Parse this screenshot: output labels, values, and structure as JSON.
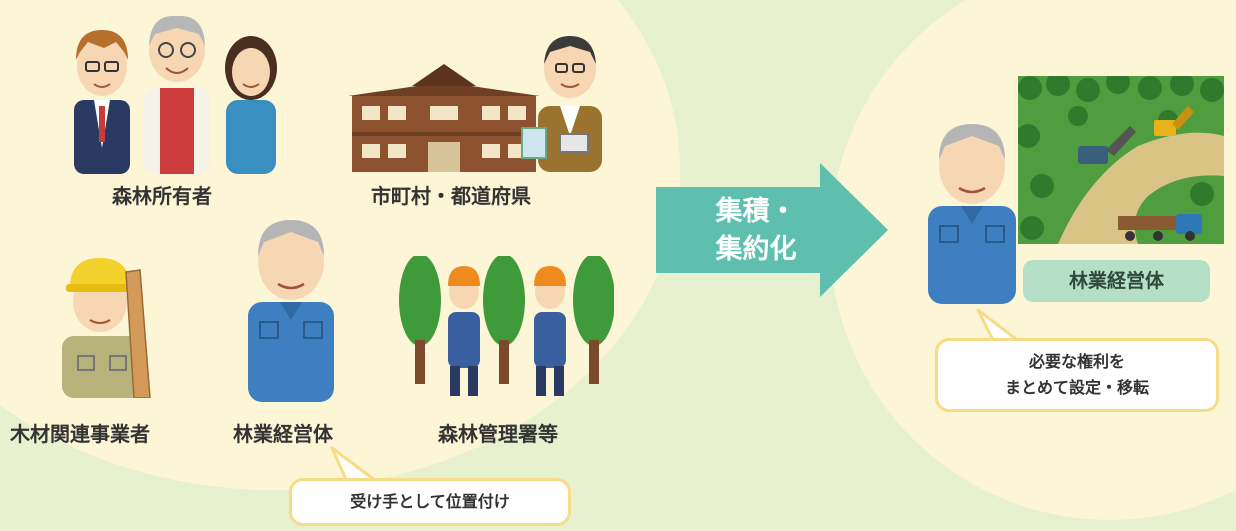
{
  "left_group": {
    "labels": {
      "forest_owner": "森林所有者",
      "municipality": "市町村・都道府県",
      "timber_business": "木材関連事業者",
      "forestry_operator": "林業経営体",
      "forest_office": "森林管理署等"
    },
    "callout": "受け手として位置付け"
  },
  "arrow": {
    "line1": "集積・",
    "line2": "集約化"
  },
  "right_group": {
    "tag": "林業経営体",
    "callout_line1": "必要な権利を",
    "callout_line2": "まとめて設定・移転"
  },
  "colors": {
    "background": "#e7f0cf",
    "cream_area": "#fcf6d6",
    "arrow": "#5fbfae",
    "tag": "#b6dfc7",
    "bubble_border": "#f6dc86"
  }
}
